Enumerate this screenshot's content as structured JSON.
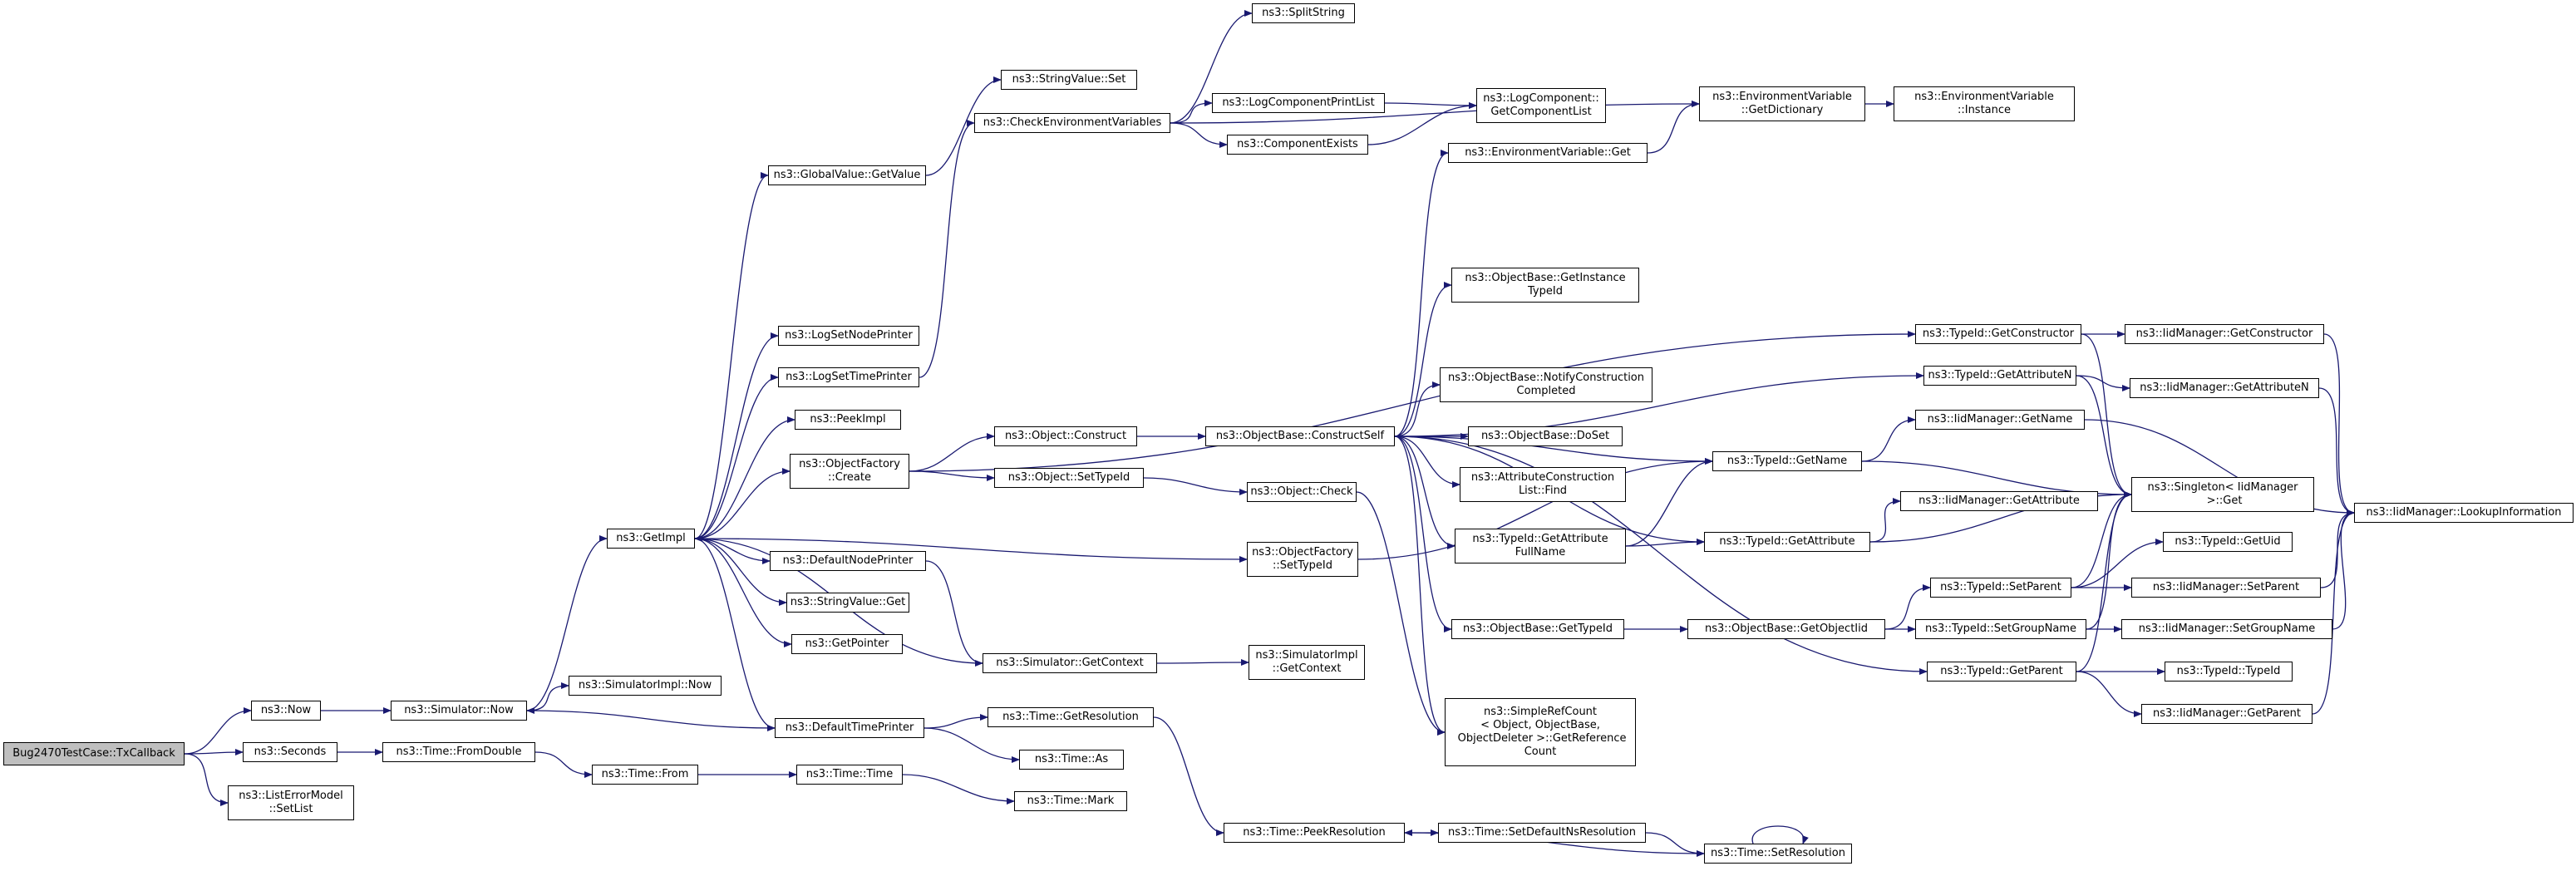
{
  "graph": {
    "nodes": [
      {
        "id": "root",
        "label": "Bug2470TestCase::TxCallback",
        "root": true
      },
      {
        "id": "now",
        "label": "ns3::Now"
      },
      {
        "id": "seconds",
        "label": "ns3::Seconds"
      },
      {
        "id": "listerr",
        "label": "ns3::ListErrorModel\n::SetList"
      },
      {
        "id": "simnow",
        "label": "ns3::Simulator::Now"
      },
      {
        "id": "fromdouble",
        "label": "ns3::Time::FromDouble"
      },
      {
        "id": "getimpl",
        "label": "ns3::GetImpl"
      },
      {
        "id": "simimplnow",
        "label": "ns3::SimulatorImpl::Now"
      },
      {
        "id": "timefrom",
        "label": "ns3::Time::From"
      },
      {
        "id": "globalget",
        "label": "ns3::GlobalValue::GetValue"
      },
      {
        "id": "lognode",
        "label": "ns3::LogSetNodePrinter"
      },
      {
        "id": "logtime",
        "label": "ns3::LogSetTimePrinter"
      },
      {
        "id": "peekimpl",
        "label": "ns3::PeekImpl"
      },
      {
        "id": "objfcreate",
        "label": "ns3::ObjectFactory\n::Create"
      },
      {
        "id": "defnode",
        "label": "ns3::DefaultNodePrinter"
      },
      {
        "id": "strget",
        "label": "ns3::StringValue::Get"
      },
      {
        "id": "getptr",
        "label": "ns3::GetPointer"
      },
      {
        "id": "deftime",
        "label": "ns3::DefaultTimePrinter"
      },
      {
        "id": "timetime",
        "label": "ns3::Time::Time"
      },
      {
        "id": "strset",
        "label": "ns3::StringValue::Set"
      },
      {
        "id": "checkenv",
        "label": "ns3::CheckEnvironmentVariables"
      },
      {
        "id": "objconstruct",
        "label": "ns3::Object::Construct"
      },
      {
        "id": "objsettid",
        "label": "ns3::Object::SetTypeId"
      },
      {
        "id": "simgetctx",
        "label": "ns3::Simulator::GetContext"
      },
      {
        "id": "timegetres",
        "label": "ns3::Time::GetResolution"
      },
      {
        "id": "timeas",
        "label": "ns3::Time::As"
      },
      {
        "id": "timemark",
        "label": "ns3::Time::Mark"
      },
      {
        "id": "splitstr",
        "label": "ns3::SplitString"
      },
      {
        "id": "logcompprint",
        "label": "ns3::LogComponentPrintList"
      },
      {
        "id": "compexists",
        "label": "ns3::ComponentExists"
      },
      {
        "id": "objbaseconstructself",
        "label": "ns3::ObjectBase::ConstructSelf"
      },
      {
        "id": "objcheck",
        "label": "ns3::Object::Check"
      },
      {
        "id": "objfsettid",
        "label": "ns3::ObjectFactory\n::SetTypeId"
      },
      {
        "id": "simimplctx",
        "label": "ns3::SimulatorImpl\n::GetContext"
      },
      {
        "id": "peekres",
        "label": "ns3::Time::PeekResolution"
      },
      {
        "id": "getcomplist",
        "label": "ns3::LogComponent::\nGetComponentList"
      },
      {
        "id": "envget",
        "label": "ns3::EnvironmentVariable::Get"
      },
      {
        "id": "objbaseinst",
        "label": "ns3::ObjectBase::GetInstance\nTypeId"
      },
      {
        "id": "notifyconstr",
        "label": "ns3::ObjectBase::NotifyConstruction\nCompleted"
      },
      {
        "id": "objbasedoset",
        "label": "ns3::ObjectBase::DoSet"
      },
      {
        "id": "attrfind",
        "label": "ns3::AttributeConstruction\nList::Find"
      },
      {
        "id": "getattrfull",
        "label": "ns3::TypeId::GetAttribute\nFullName"
      },
      {
        "id": "objbasegettid",
        "label": "ns3::ObjectBase::GetTypeId"
      },
      {
        "id": "simplerefcount",
        "label": "ns3::SimpleRefCount\n< Object, ObjectBase,\n ObjectDeleter >::GetReference\nCount"
      },
      {
        "id": "setdefns",
        "label": "ns3::Time::SetDefaultNsResolution"
      },
      {
        "id": "envdict",
        "label": "ns3::EnvironmentVariable\n::GetDictionary"
      },
      {
        "id": "envinst",
        "label": "ns3::EnvironmentVariable\n::Instance"
      },
      {
        "id": "tidgetname",
        "label": "ns3::TypeId::GetName"
      },
      {
        "id": "tidgetattr",
        "label": "ns3::TypeId::GetAttribute"
      },
      {
        "id": "objbasegetoid",
        "label": "ns3::ObjectBase::GetObjectIid"
      },
      {
        "id": "setres",
        "label": "ns3::Time::SetResolution"
      },
      {
        "id": "tidgetctor",
        "label": "ns3::TypeId::GetConstructor"
      },
      {
        "id": "tidgetattrn",
        "label": "ns3::TypeId::GetAttributeN"
      },
      {
        "id": "iidgetname",
        "label": "ns3::IidManager::GetName"
      },
      {
        "id": "iidgetattr",
        "label": "ns3::IidManager::GetAttribute"
      },
      {
        "id": "tidsetparent",
        "label": "ns3::TypeId::SetParent"
      },
      {
        "id": "tidsetgroup",
        "label": "ns3::TypeId::SetGroupName"
      },
      {
        "id": "tidgetparent",
        "label": "ns3::TypeId::GetParent"
      },
      {
        "id": "iidgetctor",
        "label": "ns3::IidManager::GetConstructor"
      },
      {
        "id": "iidgetattrn",
        "label": "ns3::IidManager::GetAttributeN"
      },
      {
        "id": "singleton",
        "label": "ns3::Singleton< IidManager\n >::Get"
      },
      {
        "id": "tidgetuid",
        "label": "ns3::TypeId::GetUid"
      },
      {
        "id": "iidsetparent",
        "label": "ns3::IidManager::SetParent"
      },
      {
        "id": "iidsetgroup",
        "label": "ns3::IidManager::SetGroupName"
      },
      {
        "id": "tidtid",
        "label": "ns3::TypeId::TypeId"
      },
      {
        "id": "iidgetparent",
        "label": "ns3::IidManager::GetParent"
      },
      {
        "id": "iidlookup",
        "label": "ns3::IidManager::LookupInformation"
      }
    ],
    "edges": [
      [
        "root",
        "now"
      ],
      [
        "root",
        "seconds"
      ],
      [
        "root",
        "listerr"
      ],
      [
        "now",
        "simnow"
      ],
      [
        "seconds",
        "fromdouble"
      ],
      [
        "simnow",
        "getimpl"
      ],
      [
        "simnow",
        "simimplnow"
      ],
      [
        "fromdouble",
        "timefrom"
      ],
      [
        "getimpl",
        "globalget"
      ],
      [
        "getimpl",
        "lognode"
      ],
      [
        "getimpl",
        "logtime"
      ],
      [
        "getimpl",
        "peekimpl"
      ],
      [
        "getimpl",
        "objfcreate"
      ],
      [
        "getimpl",
        "defnode"
      ],
      [
        "getimpl",
        "strget"
      ],
      [
        "getimpl",
        "getptr"
      ],
      [
        "getimpl",
        "deftime"
      ],
      [
        "getimpl",
        "objfsettid"
      ],
      [
        "timefrom",
        "timetime"
      ],
      [
        "timetime",
        "timemark"
      ],
      [
        "globalget",
        "strset"
      ],
      [
        "logtime",
        "checkenv"
      ],
      [
        "checkenv",
        "splitstr"
      ],
      [
        "checkenv",
        "logcompprint"
      ],
      [
        "checkenv",
        "compexists"
      ],
      [
        "checkenv",
        "envdict"
      ],
      [
        "logcompprint",
        "getcomplist"
      ],
      [
        "compexists",
        "getcomplist"
      ],
      [
        "objfcreate",
        "objconstruct"
      ],
      [
        "objfcreate",
        "objsettid"
      ],
      [
        "objfcreate",
        "tidgetctor"
      ],
      [
        "objconstruct",
        "objbaseconstructself"
      ],
      [
        "objsettid",
        "objcheck"
      ],
      [
        "defnode",
        "simgetctx"
      ],
      [
        "simgetctx",
        "getimpl"
      ],
      [
        "simgetctx",
        "simimplctx"
      ],
      [
        "deftime",
        "simnow"
      ],
      [
        "deftime",
        "timegetres"
      ],
      [
        "deftime",
        "timeas"
      ],
      [
        "timegetres",
        "peekres"
      ],
      [
        "objbaseconstructself",
        "envget"
      ],
      [
        "objbaseconstructself",
        "objbaseinst"
      ],
      [
        "objbaseconstructself",
        "notifyconstr"
      ],
      [
        "objbaseconstructself",
        "objbasedoset"
      ],
      [
        "objbaseconstructself",
        "attrfind"
      ],
      [
        "objbaseconstructself",
        "getattrfull"
      ],
      [
        "objbaseconstructself",
        "objbasegettid"
      ],
      [
        "objbaseconstructself",
        "simplerefcount"
      ],
      [
        "objbaseconstructself",
        "tidgetname"
      ],
      [
        "objbaseconstructself",
        "tidgetattrn"
      ],
      [
        "objbaseconstructself",
        "tidgetattr"
      ],
      [
        "objbaseconstructself",
        "tidgetparent"
      ],
      [
        "objcheck",
        "simplerefcount"
      ],
      [
        "objfsettid",
        "tidgetname"
      ],
      [
        "envget",
        "envdict"
      ],
      [
        "envdict",
        "envinst"
      ],
      [
        "getattrfull",
        "tidgetname"
      ],
      [
        "getattrfull",
        "tidgetattr"
      ],
      [
        "objbasegettid",
        "objbasegetoid"
      ],
      [
        "objbasegetoid",
        "tidsetparent"
      ],
      [
        "objbasegetoid",
        "tidsetgroup"
      ],
      [
        "peekres",
        "setdefns"
      ],
      [
        "setdefns",
        "setres"
      ],
      [
        "setres",
        "peekres"
      ],
      [
        "setres",
        "setres"
      ],
      [
        "tidgetname",
        "iidgetname"
      ],
      [
        "tidgetname",
        "singleton"
      ],
      [
        "tidgetattr",
        "iidgetattr"
      ],
      [
        "tidgetattr",
        "singleton"
      ],
      [
        "tidgetctor",
        "iidgetctor"
      ],
      [
        "tidgetctor",
        "singleton"
      ],
      [
        "tidgetattrn",
        "iidgetattrn"
      ],
      [
        "tidgetattrn",
        "singleton"
      ],
      [
        "tidsetparent",
        "tidgetuid"
      ],
      [
        "tidsetparent",
        "iidsetparent"
      ],
      [
        "tidsetparent",
        "singleton"
      ],
      [
        "tidsetgroup",
        "iidsetgroup"
      ],
      [
        "tidsetgroup",
        "singleton"
      ],
      [
        "tidgetparent",
        "tidtid"
      ],
      [
        "tidgetparent",
        "iidgetparent"
      ],
      [
        "tidgetparent",
        "singleton"
      ],
      [
        "iidgetname",
        "iidlookup"
      ],
      [
        "iidgetctor",
        "iidlookup"
      ],
      [
        "iidgetattrn",
        "iidlookup"
      ],
      [
        "iidsetparent",
        "iidlookup"
      ],
      [
        "iidsetgroup",
        "iidlookup"
      ],
      [
        "iidgetparent",
        "iidlookup"
      ]
    ]
  }
}
